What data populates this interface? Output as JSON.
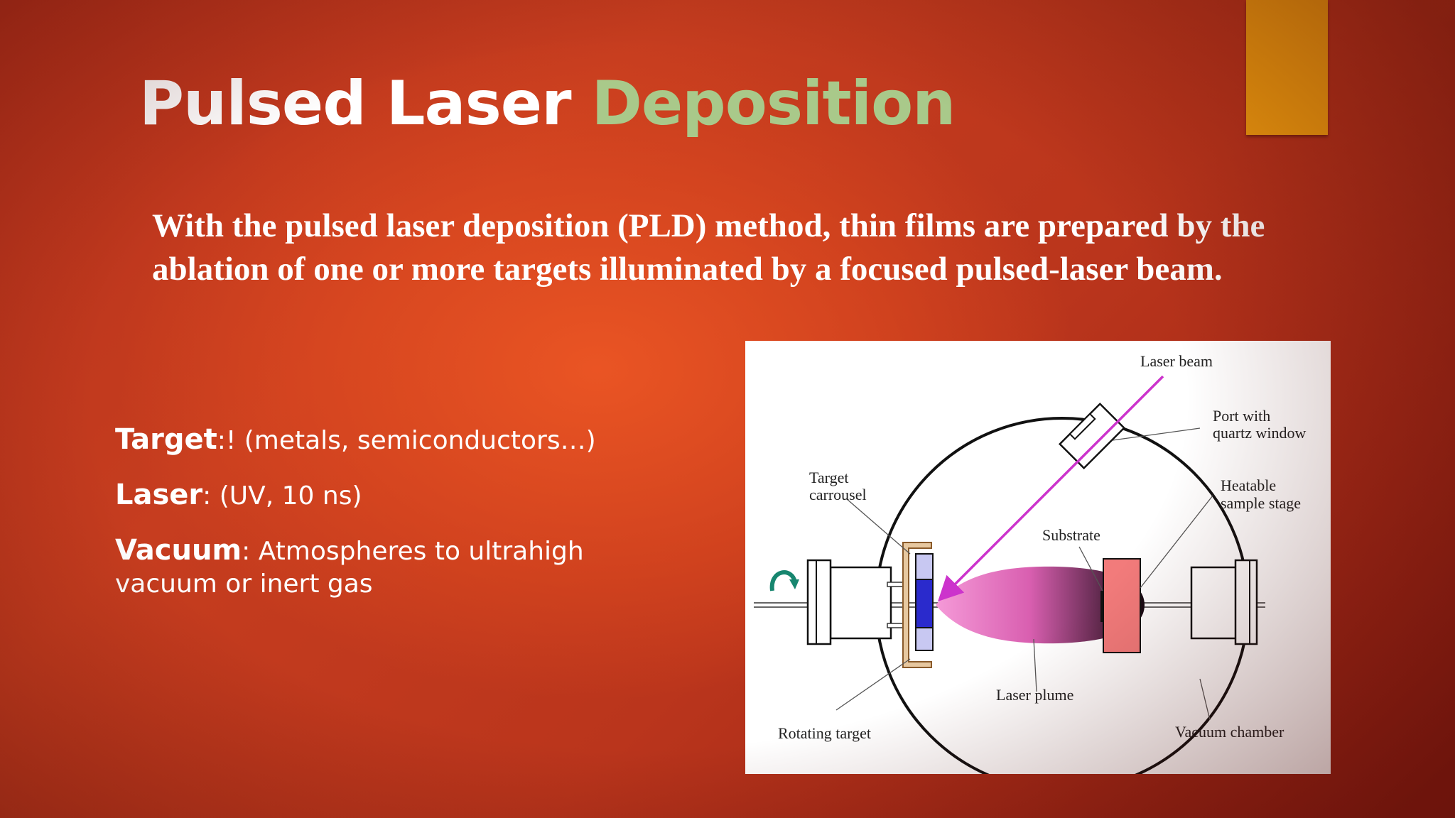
{
  "title": {
    "part1": "Pulsed Laser",
    "part2": "Deposition"
  },
  "intro": "With the pulsed laser deposition (PLD) method, thin films are prepared by the ablation of one or more targets illuminated by a focused pulsed-laser beam.",
  "bullets": [
    {
      "term": "Target",
      "sep": ":!",
      "text": " (metals, semiconductors…)"
    },
    {
      "term": "Laser",
      "sep": ":",
      "text": "  (UV, 10 ns)"
    },
    {
      "term": "Vacuum",
      "sep": ":",
      "text": " Atmospheres to ultrahigh vacuum or inert gas"
    }
  ],
  "diagram": {
    "laser_beam": "Laser beam",
    "port_line1": "Port with",
    "port_line2": "quartz window",
    "heatable_line1": "Heatable",
    "heatable_line2": "sample stage",
    "substrate": "Substrate",
    "target_line1": "Target",
    "target_line2": "carrousel",
    "laser_plume": "Laser plume",
    "rotating_target": "Rotating target",
    "vacuum_chamber": "Vacuum chamber"
  },
  "colors": {
    "background": "#c63d1f",
    "accent_bar": "#f5a10f",
    "title_highlight": "#a9c98a",
    "laser": "#cc33cc",
    "target": "#2a2acc",
    "stage": "#f27b7b"
  }
}
